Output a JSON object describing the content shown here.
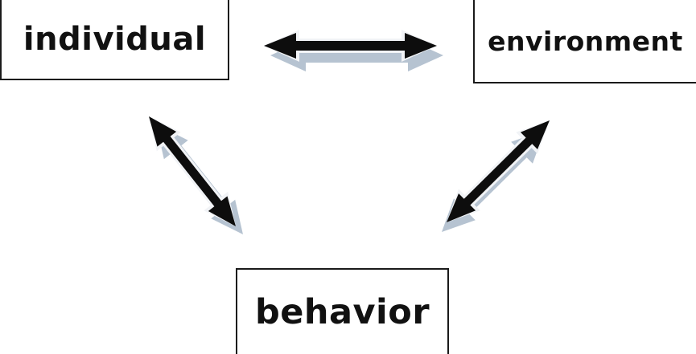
{
  "nodes": {
    "individual": "individual",
    "environment": "environment",
    "behavior": "behavior"
  },
  "colors": {
    "arrow_fill": "#0d0d0d",
    "arrow_shadow": "#a9b9c9",
    "box_border": "#1a1a1a",
    "text": "#111111"
  },
  "edges": [
    {
      "from": "individual",
      "to": "environment",
      "direction": "both"
    },
    {
      "from": "individual",
      "to": "behavior",
      "direction": "both"
    },
    {
      "from": "environment",
      "to": "behavior",
      "direction": "both"
    }
  ]
}
